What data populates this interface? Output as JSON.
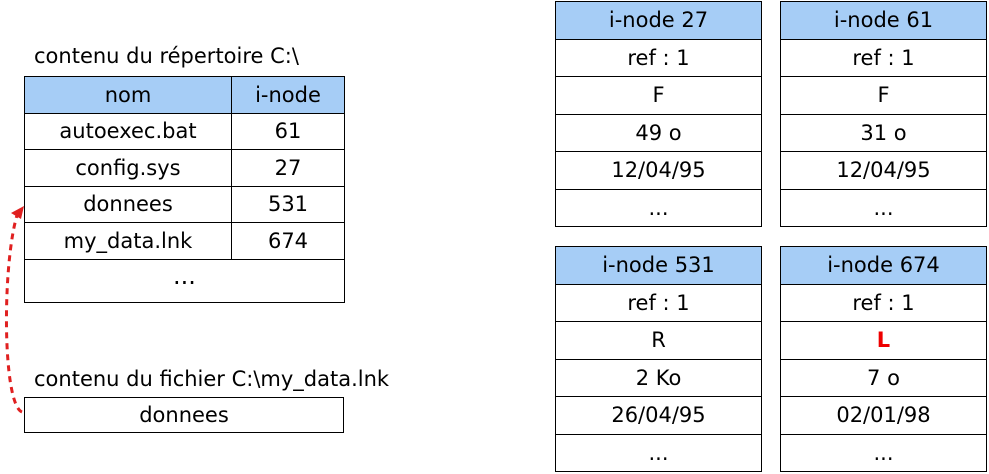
{
  "directory": {
    "caption": "contenu du répertoire C:\\",
    "headers": {
      "name": "nom",
      "inode": "i-node"
    },
    "rows": [
      {
        "name": "autoexec.bat",
        "inode": "61"
      },
      {
        "name": "config.sys",
        "inode": "27"
      },
      {
        "name": "donnees",
        "inode": "531"
      },
      {
        "name": "my_data.lnk",
        "inode": "674"
      }
    ],
    "more": "..."
  },
  "link_file": {
    "caption": "contenu du fichier C:\\my_data.lnk",
    "content": "donnees"
  },
  "inodes": [
    {
      "title": "i-node 27",
      "ref": "ref : 1",
      "type": "F",
      "size": "49 o",
      "date": "12/04/95",
      "more": "..."
    },
    {
      "title": "i-node 61",
      "ref": "ref : 1",
      "type": "F",
      "size": "31 o",
      "date": "12/04/95",
      "more": "..."
    },
    {
      "title": "i-node 531",
      "ref": "ref : 1",
      "type": "R",
      "size": "2 Ko",
      "date": "26/04/95",
      "more": "..."
    },
    {
      "title": "i-node 674",
      "ref": "ref : 1",
      "type": "L",
      "size": "7 o",
      "date": "02/01/98",
      "more": "..."
    }
  ],
  "colors": {
    "header_fill": "#a6cdf6",
    "highlight": "#ee0000",
    "arrow": "#e02020"
  }
}
